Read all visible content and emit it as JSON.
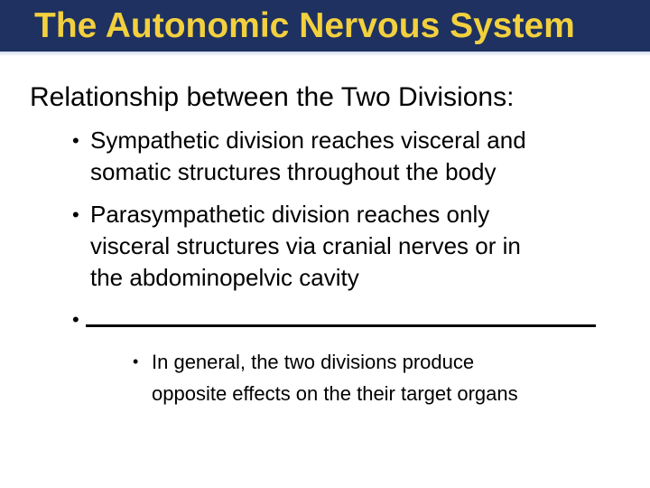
{
  "slide": {
    "title": "The Autonomic Nervous System",
    "heading": "Relationship between the Two Divisions:",
    "bullet_marker": "•",
    "bullets": [
      {
        "lines": [
          "Sympathetic division reaches visceral and",
          "somatic structures throughout the body"
        ]
      },
      {
        "lines": [
          "Parasympathetic division reaches only",
          "visceral structures via cranial nerves or in",
          "the abdominopelvic cavity"
        ]
      },
      {
        "blank": true,
        "lines": []
      }
    ],
    "sub_bullets": [
      {
        "lines": [
          "In general, the two divisions produce",
          "opposite effects on the their target organs"
        ]
      }
    ],
    "colors": {
      "header_bg": "#1e3160",
      "title_text": "#f2d03e",
      "body_text": "#000000",
      "underline": "#000000"
    }
  }
}
